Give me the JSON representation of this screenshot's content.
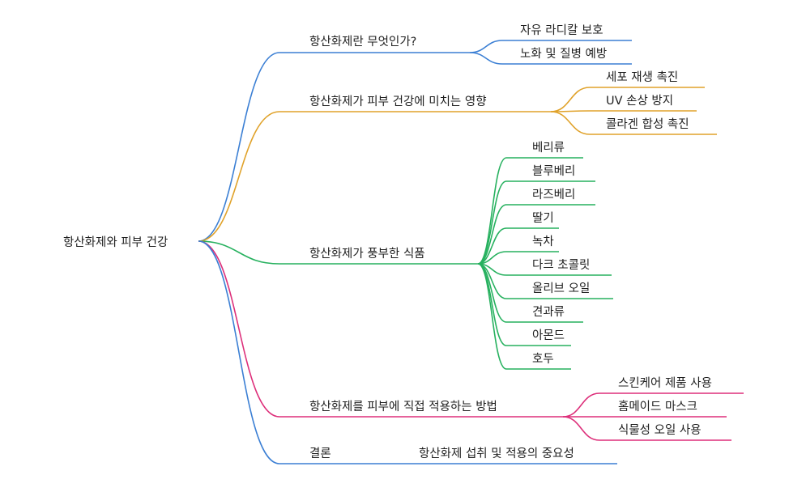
{
  "root": {
    "label": "항산화제와 피부 건강"
  },
  "branches": [
    {
      "label": "항산화제란 무엇인가?",
      "color": "#3b7fd4",
      "children": [
        "자유 라디칼 보호",
        "노화 및 질병 예방"
      ]
    },
    {
      "label": "항산화제가 피부 건강에 미치는 영향",
      "color": "#e0a22a",
      "children": [
        "세포 재생 촉진",
        "UV 손상 방지",
        "콜라겐 합성 촉진"
      ]
    },
    {
      "label": "항산화제가 풍부한 식품",
      "color": "#27b15f",
      "children": [
        "베리류",
        "블루베리",
        "라즈베리",
        "딸기",
        "녹차",
        "다크 초콜릿",
        "올리브 오일",
        "견과류",
        "아몬드",
        "호두"
      ]
    },
    {
      "label": "항산화제를 피부에 직접 적용하는 방법",
      "color": "#dd2f7a",
      "children": [
        "스킨케어 제품 사용",
        "홈메이드 마스크",
        "식물성 오일 사용"
      ]
    },
    {
      "label": "결론",
      "color": "#3b7fd4",
      "children": [
        "항산화제 섭취 및 적용의 중요성"
      ]
    }
  ]
}
